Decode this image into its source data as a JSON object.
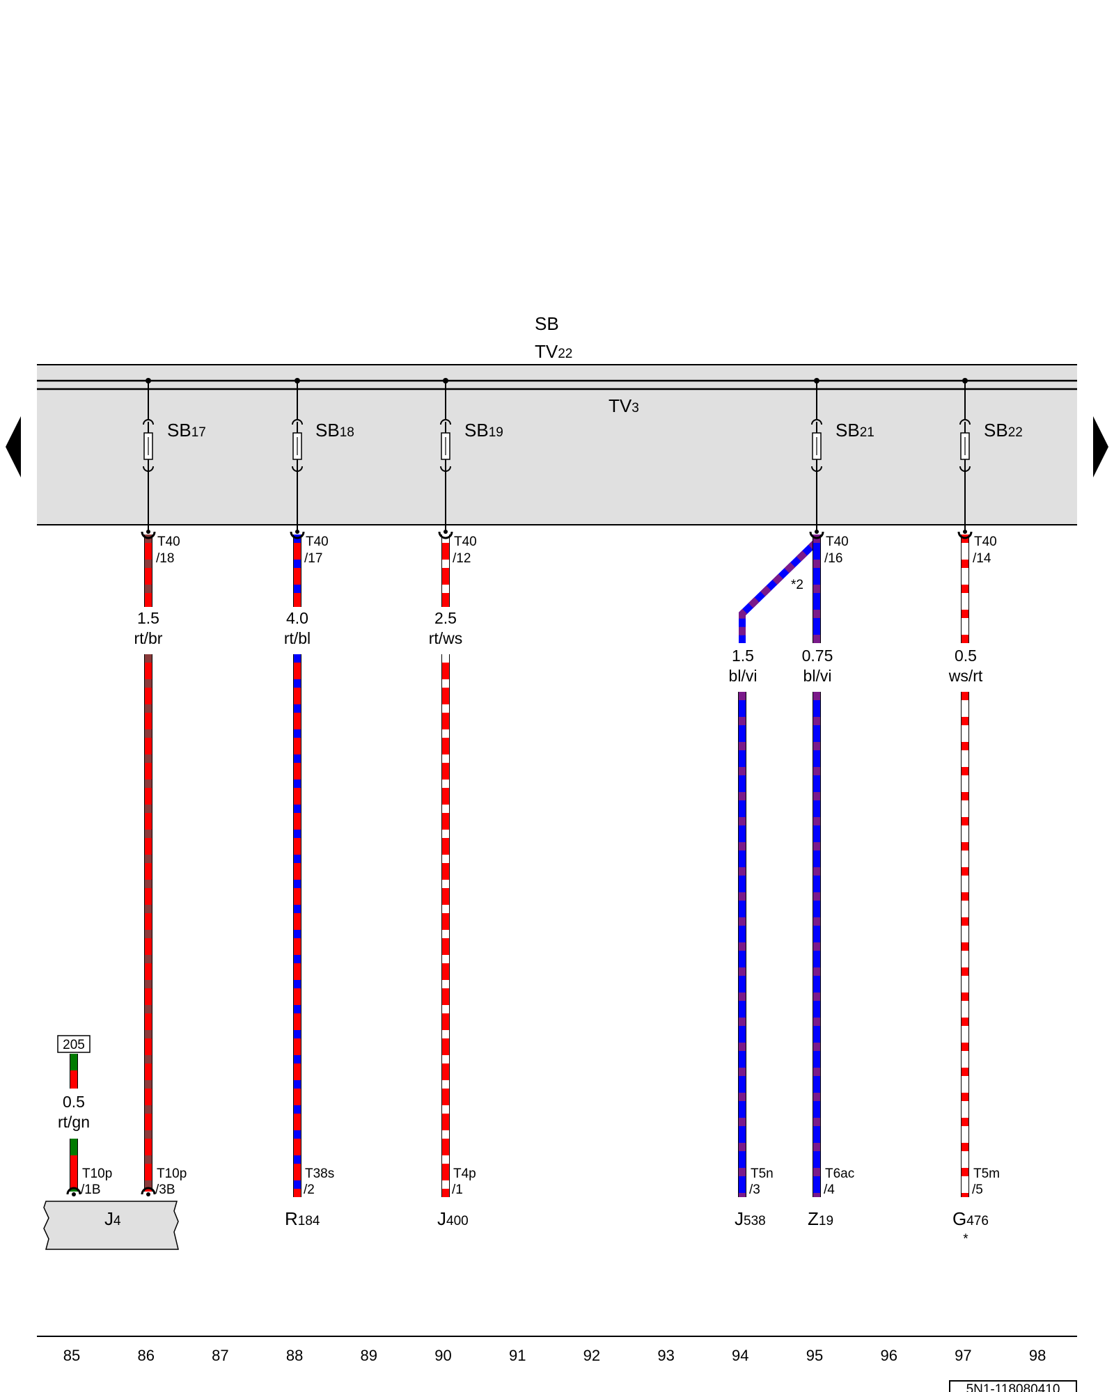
{
  "busbar": {
    "sb": "SB",
    "tv22": "TV",
    "tv22_sub": "22",
    "tv3": "TV",
    "tv3_sub": "3"
  },
  "fuses": [
    {
      "name": "SB",
      "sub": "17"
    },
    {
      "name": "SB",
      "sub": "18"
    },
    {
      "name": "SB",
      "sub": "19"
    },
    {
      "name": "SB",
      "sub": "21"
    },
    {
      "name": "SB",
      "sub": "22"
    }
  ],
  "top_connectors": [
    {
      "name": "T40",
      "pin": "/18"
    },
    {
      "name": "T40",
      "pin": "/17"
    },
    {
      "name": "T40",
      "pin": "/12"
    },
    {
      "name": "T40",
      "pin": "/16"
    },
    {
      "name": "T40",
      "pin": "/14"
    }
  ],
  "wires": [
    {
      "size": "1.5",
      "color": "rt/br",
      "colors": [
        "#ff0000",
        "#8b3a3a"
      ]
    },
    {
      "size": "4.0",
      "color": "rt/bl",
      "colors": [
        "#ff0000",
        "#0000ff"
      ]
    },
    {
      "size": "2.5",
      "color": "rt/ws",
      "colors": [
        "#ff0000",
        "#ffffff"
      ]
    },
    {
      "size": "1.5",
      "color": "bl/vi",
      "colors": [
        "#0000ff",
        "#7a1a8a"
      ]
    },
    {
      "size": "0.75",
      "color": "bl/vi",
      "colors": [
        "#0000ff",
        "#7a1a8a"
      ]
    },
    {
      "size": "0.5",
      "color": "ws/rt",
      "colors": [
        "#ffffff",
        "#ff0000"
      ]
    },
    {
      "size": "0.5",
      "color": "rt/gn",
      "colors": [
        "#ff0000",
        "#007a00"
      ]
    }
  ],
  "splice_note": "*2",
  "ref_box": "205",
  "bottom_connectors": [
    {
      "name": "T10p",
      "pin": "/1B"
    },
    {
      "name": "T10p",
      "pin": "/3B"
    },
    {
      "name": "T38s",
      "pin": "/2"
    },
    {
      "name": "T4p",
      "pin": "/1"
    },
    {
      "name": "T5n",
      "pin": "/3"
    },
    {
      "name": "T6ac",
      "pin": "/4"
    },
    {
      "name": "T5m",
      "pin": "/5"
    }
  ],
  "components": [
    {
      "letter": "J",
      "number": "4"
    },
    {
      "letter": "R",
      "number": "184"
    },
    {
      "letter": "J",
      "number": "400"
    },
    {
      "letter": "J",
      "number": "538"
    },
    {
      "letter": "Z",
      "number": "19"
    },
    {
      "letter": "G",
      "number": "476",
      "note": "*"
    }
  ],
  "columns": [
    "85",
    "86",
    "87",
    "88",
    "89",
    "90",
    "91",
    "92",
    "93",
    "94",
    "95",
    "96",
    "97",
    "98"
  ],
  "doc_code": "5N1-118080410",
  "colors": {
    "fuse_panel": "#e0e0e0",
    "component_box": "#e0e0e0"
  }
}
